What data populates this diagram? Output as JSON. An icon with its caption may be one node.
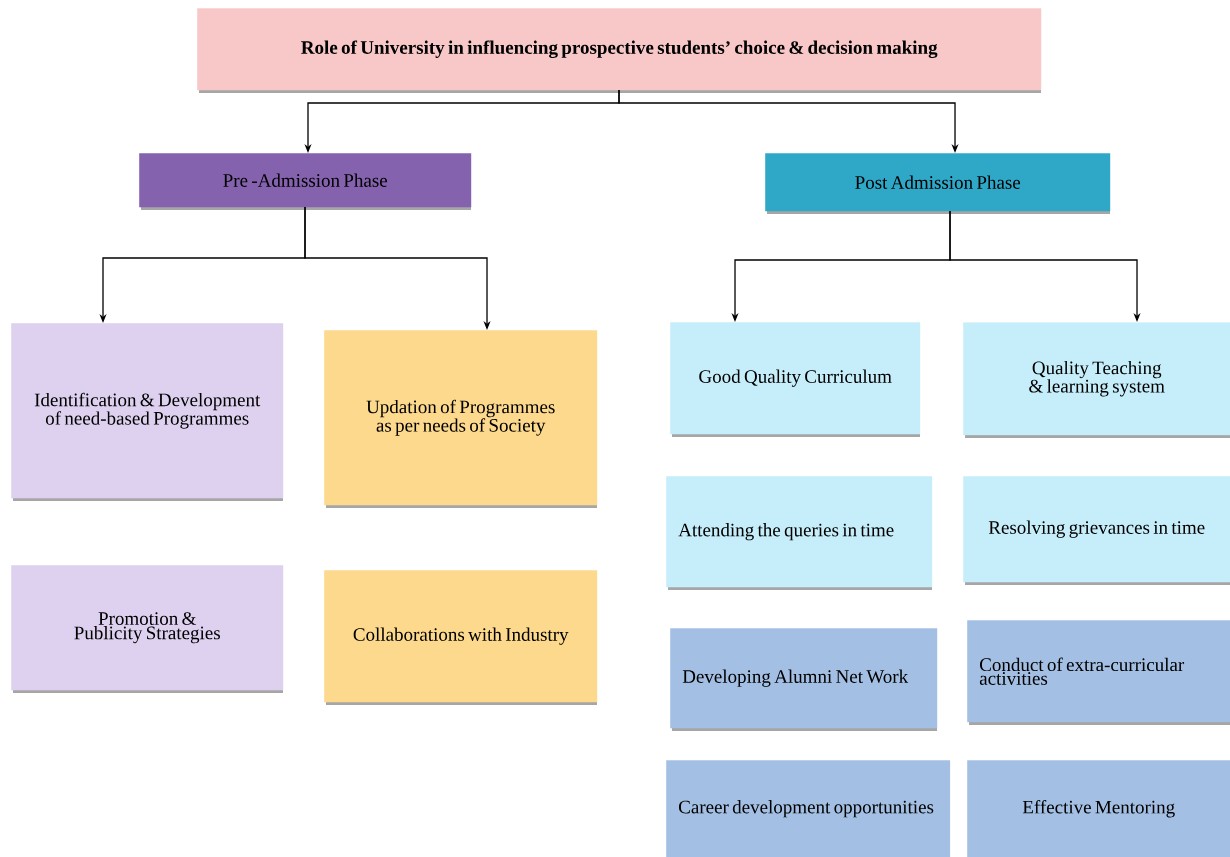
{
  "diagram": {
    "nodes": [
      {
        "text": [
          "Role of University in influencing prospective students’ choice & decision making"
        ]
      },
      {
        "text": [
          "Pre -Admission Phase"
        ]
      },
      {
        "text": [
          "Post Admission Phase"
        ]
      },
      {
        "text": [
          "Identification & Development of need-based Programmes"
        ]
      },
      {
        "text": [
          "Updation of Programmes as per needs of Society"
        ]
      },
      {
        "text": [
          "Promotion & Publicity Strategies"
        ]
      },
      {
        "text": [
          "Collaborations with Industry"
        ]
      },
      {
        "text": [
          "Good Quality Curriculum"
        ]
      },
      {
        "text": [
          "Quality Teaching & learning system"
        ]
      },
      {
        "text": [
          "Attending the queries in time"
        ]
      },
      {
        "text": [
          "Resolving grievances in time"
        ]
      },
      {
        "text": [
          "Developing Alumni Net Work"
        ]
      },
      {
        "text": [
          "Conduct of extra-curricular activities"
        ]
      },
      {
        "text": [
          "Career development opportunities"
        ]
      },
      {
        "text": [
          "Effective Mentoring"
        ]
      }
    ],
    "edges": [
      {
        "from": 0,
        "to": 1,
        "arrow": "to"
      },
      {
        "from": 0,
        "to": 2,
        "arrow": "to"
      },
      {
        "from": 1,
        "to": 3,
        "arrow": "to"
      },
      {
        "from": 1,
        "to": 4,
        "arrow": "to"
      },
      {
        "from": 2,
        "to": 7,
        "arrow": "to"
      },
      {
        "from": 2,
        "to": 8,
        "arrow": "to"
      }
    ]
  }
}
